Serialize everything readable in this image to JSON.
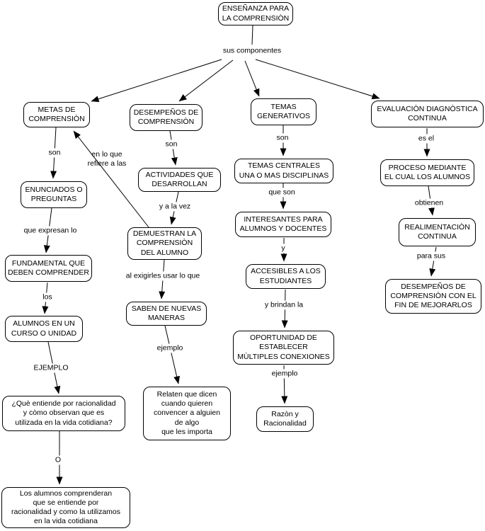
{
  "colors": {
    "background": "#ffffff",
    "node_fill": "#ffffff",
    "node_border": "#000000",
    "line": "#000000",
    "text": "#000000"
  },
  "nodes": {
    "root": {
      "text": "ENSEÑANZA PARA\nLA COMPRENSIÒN"
    },
    "metas": {
      "text": "METAS DE\nCOMPRENSIÒN"
    },
    "enunciados": {
      "text": "ENUNCIADOS O\nPREGUNTAS"
    },
    "fundamental": {
      "text": "FUNDAMENTAL QUE\nDEBEN COMPRENDER"
    },
    "alumnos": {
      "text": "ALUMNOS EN UN\nCURSO O UNIDAD"
    },
    "pregunta": {
      "text": "¿Què entiende por racionalidad\ny còmo observan que es\nutilizada en la vida cotidiana?"
    },
    "losalumnos": {
      "text": "Los alumnos comprenderan\nque se entiende por\nracionalidad y como la utilizamos\nen la vida cotidiana"
    },
    "desempenos": {
      "text": "DESEMPEÑOS DE\nCOMPRENSIÒN"
    },
    "actividades": {
      "text": "ACTIVIDADES QUE\nDESARROLLAN"
    },
    "demuestran": {
      "text": "DEMUESTRAN LA\nCOMPRENSIÒN\nDEL ALUMNO"
    },
    "saben": {
      "text": "SABEN DE NUEVAS\nMANERAS"
    },
    "relaten": {
      "text": "Relaten que dicen\ncuando quieren\nconvencer a alguien\nde algo\nque les importa"
    },
    "temas": {
      "text": "TEMAS\nGENERATIVOS"
    },
    "temascentrales": {
      "text": "TEMAS CENTRALES\nUNA O MAS DISCIPLINAS"
    },
    "interesantes": {
      "text": "INTERESANTES PARA\nALUMNOS Y DOCENTES"
    },
    "accesibles": {
      "text": "ACCESIBLES A LOS\nESTUDIANTES"
    },
    "oportunidad": {
      "text": "OPORTUNIDAD DE\nESTABLECER\nMÙLTIPLES CONEXIONES"
    },
    "razon": {
      "text": "Razòn y\nRacionalidad"
    },
    "evaluacion": {
      "text": "EVALUACIÒN DIAGNÒSTICA\nCONTINUA"
    },
    "proceso": {
      "text": "PROCESO MEDIANTE\nEL CUAL LOS ALUMNOS"
    },
    "realimentacion": {
      "text": "REALIMENTACIÒN\nCONTINUA"
    },
    "desempfin": {
      "text": "DESEMPEÑOS DE\nCOMPRENSIÒN CON EL\nFIN DE MEJORARLOS"
    }
  },
  "labels": {
    "sus_componentes": {
      "text": "sus componentes"
    },
    "son_metas": {
      "text": "son"
    },
    "en_lo_que": {
      "text": "en lo que\nrefiere a las"
    },
    "que_expresan_lo": {
      "text": "que expresan lo"
    },
    "los": {
      "text": "los"
    },
    "ejemplo_metas": {
      "text": "EJEMPLO"
    },
    "o": {
      "text": "O"
    },
    "son_desempenos": {
      "text": "son"
    },
    "y_a_la_vez": {
      "text": "y a la vez"
    },
    "al_exigirles": {
      "text": "al exigirles usar lo que"
    },
    "ejemplo_desempenos": {
      "text": "ejemplo"
    },
    "son_temas": {
      "text": "son"
    },
    "que_son": {
      "text": "que son"
    },
    "y": {
      "text": "y"
    },
    "y_brindan_la": {
      "text": "y brindan la"
    },
    "ejemplo_temas": {
      "text": "ejemplo"
    },
    "es_el": {
      "text": "es el"
    },
    "obtienen": {
      "text": "obtienen"
    },
    "para_sus": {
      "text": "para sus"
    }
  }
}
